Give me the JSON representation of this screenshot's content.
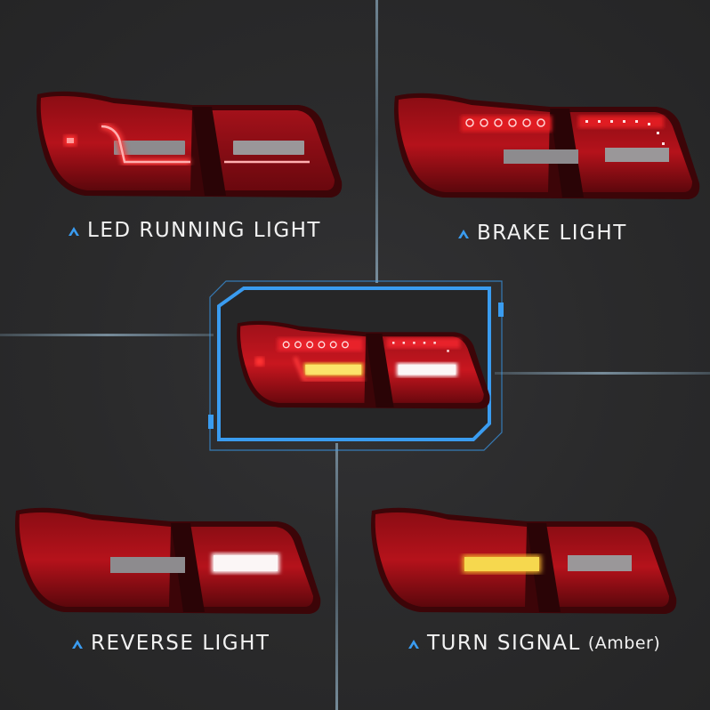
{
  "theme": {
    "background": "#2a2a2b",
    "accent_blue": "#3a9cf0",
    "lamp_red": "#c0141c",
    "lamp_dark_red": "#5a0a10",
    "amber": "#f3d23a",
    "white_light": "#f4f0f0",
    "caption_text": "#f2f2f2"
  },
  "panels": [
    {
      "id": "led-running",
      "label": "LED RUNNING LIGHT",
      "suffix": "",
      "icon": "chevron-up-icon",
      "active_segments": [
        "light-bar"
      ]
    },
    {
      "id": "brake",
      "label": "BRAKE LIGHT",
      "suffix": "",
      "icon": "chevron-up-icon",
      "active_segments": [
        "led-ring-row",
        "outer-led-row"
      ]
    },
    {
      "id": "reverse",
      "label": "REVERSE LIGHT",
      "suffix": "",
      "icon": "chevron-up-icon",
      "active_segments": [
        "inner-white-lens"
      ]
    },
    {
      "id": "turn",
      "label": "TURN SIGNAL",
      "suffix": "(Amber)",
      "icon": "chevron-up-icon",
      "active_segments": [
        "amber-lens"
      ]
    }
  ],
  "center": {
    "id": "combined",
    "active_segments": [
      "led-ring-row",
      "amber-lens",
      "inner-white-lens",
      "light-bar"
    ]
  }
}
